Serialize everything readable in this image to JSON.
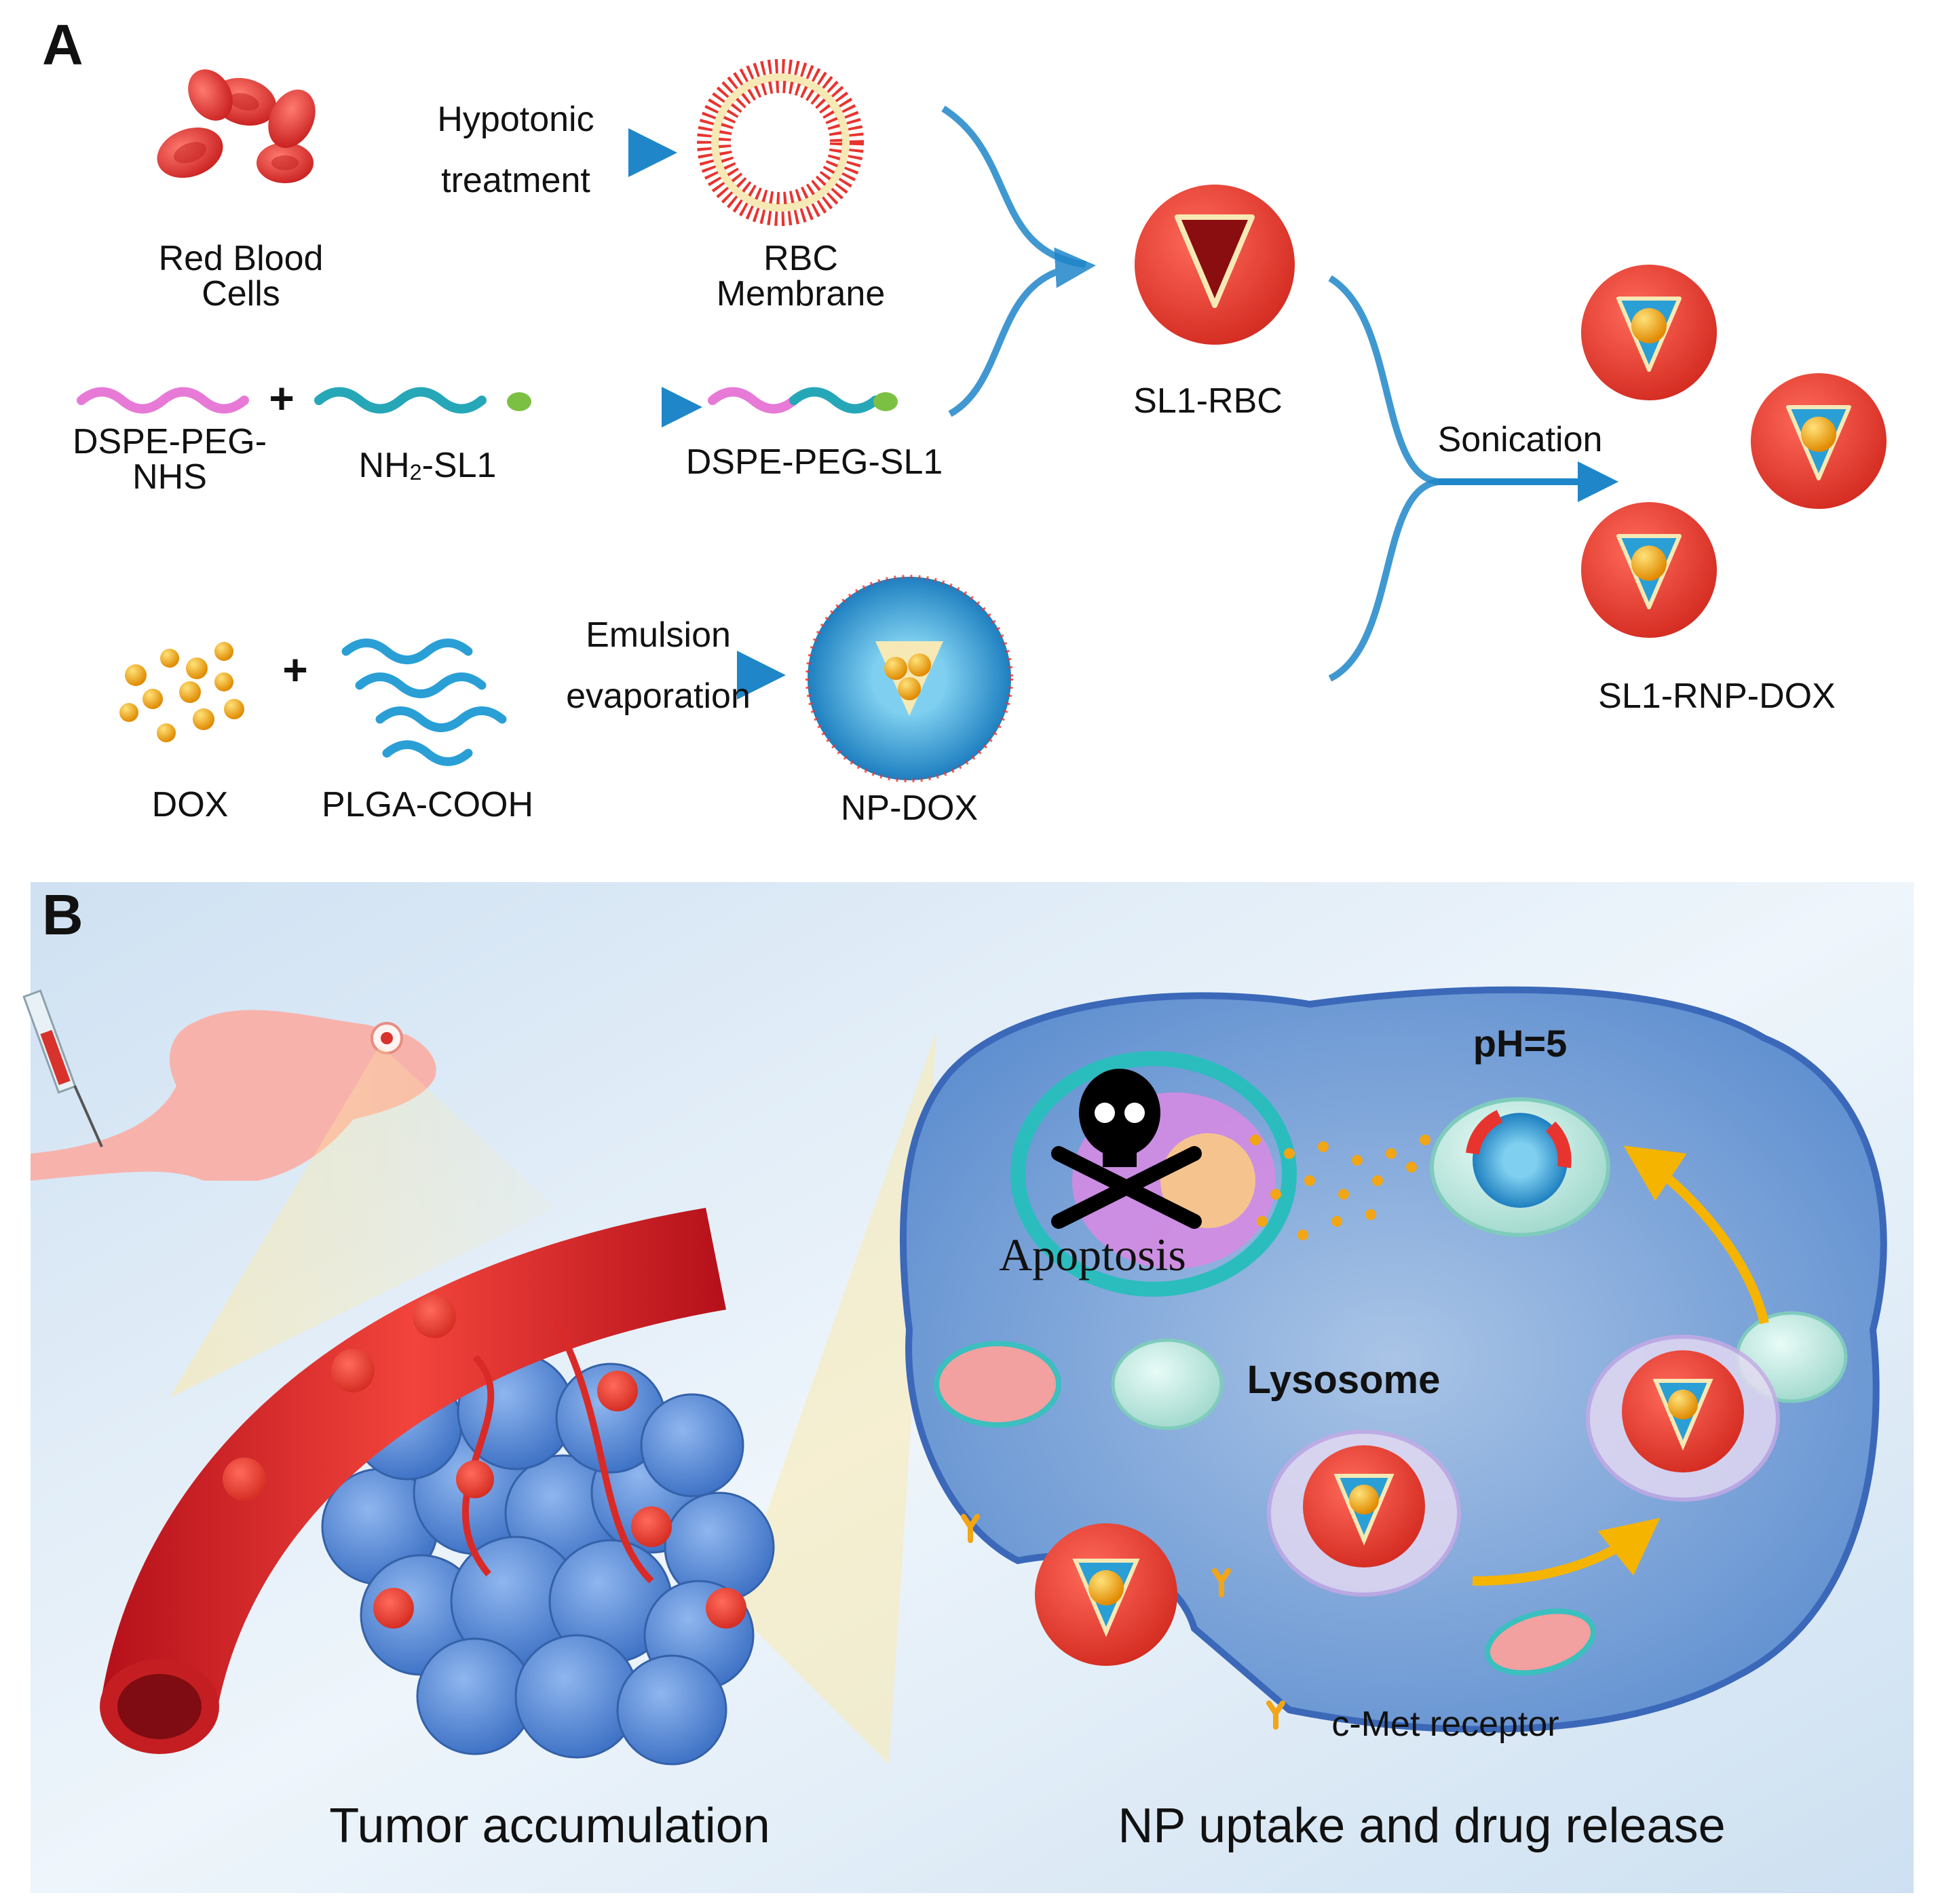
{
  "panel_a": {
    "letter": "A",
    "labels": {
      "rbc_line1": "Red Blood",
      "rbc_line2": "Cells",
      "hypotonic_line1": "Hypotonic",
      "hypotonic_line2": "treatment",
      "membrane_line1": "RBC",
      "membrane_line2": "Membrane",
      "dspe_line1": "DSPE-PEG-",
      "dspe_line2": "NHS",
      "nh2_prefix": "NH",
      "nh2_sub": "2",
      "nh2_suffix": "-SL1",
      "dspe_sl1": "DSPE-PEG-SL1",
      "sl1_rbc": "SL1-RBC",
      "sonication": "Sonication",
      "emulsion_line1": "Emulsion",
      "emulsion_line2": "evaporation",
      "dox": "DOX",
      "plga": "PLGA-COOH",
      "np_dox": "NP-DOX",
      "sl1_rnp_dox": "SL1-RNP-DOX",
      "plus": "+"
    }
  },
  "panel_b": {
    "letter": "B",
    "labels": {
      "ph": "pH=5",
      "apoptosis": "Apoptosis",
      "lysosome": "Lysosome",
      "cmet": "c-Met receptor",
      "tumor_accumulation": "Tumor accumulation",
      "np_uptake": "NP uptake and drug release"
    }
  },
  "colors": {
    "arrow_blue": "#1f86c9",
    "rbc_red": "#e8342f",
    "ligand_green": "#7cc043",
    "dox_gold": "#f2a515",
    "plga_cyan": "#2a9fd6",
    "peg_pink": "#e77ad7",
    "panel_b_bg": "#d9e8f5",
    "cell_blue": "#4c7ccc",
    "flow_arrow": "#f5b400"
  }
}
